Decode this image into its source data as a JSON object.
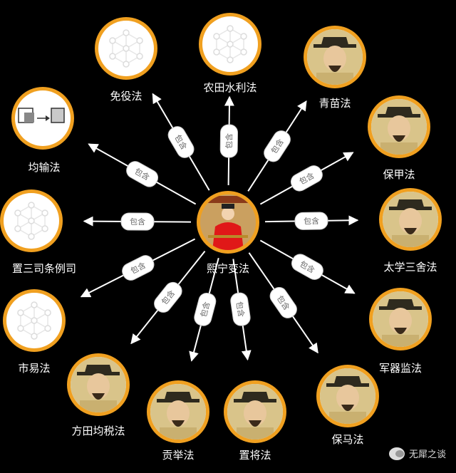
{
  "center": {
    "label": "熙宁变法",
    "icon": "emperor-portrait-icon"
  },
  "edge_label": "包含",
  "nodes": [
    {
      "id": "mianyi",
      "label": "免役法",
      "icon": "network-placeholder-icon"
    },
    {
      "id": "nongtian",
      "label": "农田水利法",
      "icon": "network-placeholder-icon"
    },
    {
      "id": "qingmiao",
      "label": "青苗法",
      "icon": "official-portrait-icon"
    },
    {
      "id": "baojia",
      "label": "保甲法",
      "icon": "official-portrait-icon"
    },
    {
      "id": "taixue",
      "label": "太学三舍法",
      "icon": "official-portrait-icon"
    },
    {
      "id": "junqi",
      "label": "军器监法",
      "icon": "official-portrait-icon"
    },
    {
      "id": "baoma",
      "label": "保马法",
      "icon": "official-portrait-icon"
    },
    {
      "id": "zhijiang",
      "label": "置将法",
      "icon": "official-portrait-icon"
    },
    {
      "id": "gongju",
      "label": "贡举法",
      "icon": "official-portrait-icon"
    },
    {
      "id": "fangtian",
      "label": "方田均税法",
      "icon": "official-portrait-icon"
    },
    {
      "id": "shiyi",
      "label": "市易法",
      "icon": "network-placeholder-icon"
    },
    {
      "id": "zhisansi",
      "label": "置三司条例司",
      "icon": "network-placeholder-icon"
    },
    {
      "id": "junshu",
      "label": "均输法",
      "icon": "goods-transport-icon"
    }
  ],
  "watermark": {
    "text": "无犀之谈",
    "icon": "wechat-icon"
  },
  "colors": {
    "ring": "#f0a020",
    "background": "#000000",
    "center_robe": "#e01818"
  }
}
